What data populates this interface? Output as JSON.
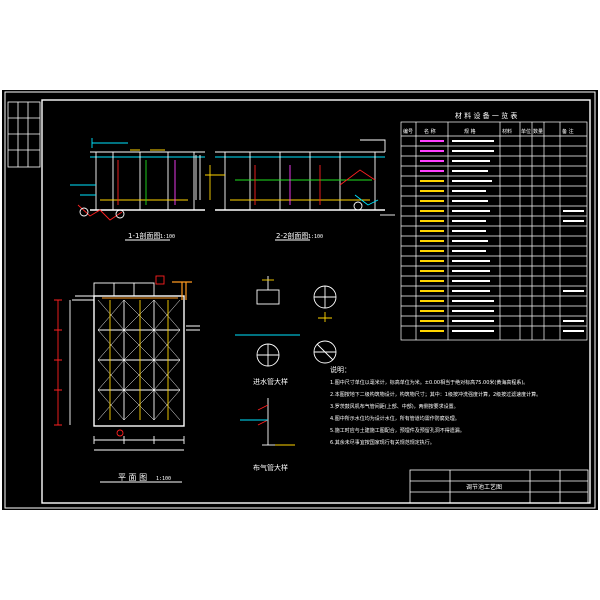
{
  "colors": {
    "canvas_bg": "#ffffff",
    "sheet_bg": "#000000",
    "line_white": "#ffffff",
    "line_cyan": "#00e5ff",
    "line_yellow": "#ffd400",
    "line_red": "#ff2020",
    "line_green": "#20e020",
    "line_magenta": "#ff40ff",
    "line_orange": "#ff9a20"
  },
  "drawing": {
    "section_1_title": "1-1剖面图",
    "section_1_scale": "1:100",
    "section_2_title": "2-2剖面图",
    "section_2_scale": "1:100",
    "plan_title": "平 面 图",
    "plan_scale": "1:100",
    "detail_a_title": "进水管大样",
    "detail_b_title": "布气管大样",
    "table_title": "材 料 设 备 一 览 表",
    "table_headers": [
      "编号",
      "名 称",
      "规 格",
      "材料",
      "单位",
      "数量",
      "备 注"
    ],
    "notes_title": "说明：",
    "notes": [
      "1.图中尺寸单位以毫米计，标高单位为米。±0.00相当于绝对标高75.00米(黄海高程系)。",
      "2.本图按地下二级构筑物设计，构筑物尺寸；其中：1级按冲洗强度计算，2级按过滤速度计算。",
      "3.罗茨鼓风机布气管间距(上部、中部)，两侧按要求设置。",
      "4.图中所示水位均为设计水位，所有管道均需作防腐处理。",
      "5.施工时应与土建施工图配合，预埋件及预留孔洞不得遗漏。",
      "6.其余未尽事宜按国家现行有关规范规定执行。"
    ],
    "title_block_name": "调节池工艺图"
  }
}
